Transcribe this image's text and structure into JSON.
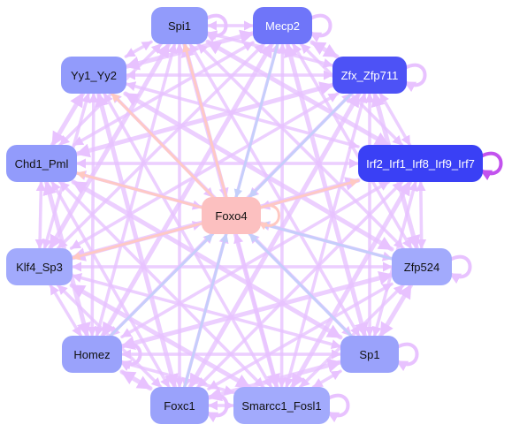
{
  "colors": {
    "edge_default": "#e8c2ff",
    "edge_blue": "#c4cffb",
    "edge_salmon": "#ffc9c2",
    "self_loop": "#c252ee"
  },
  "nodes": [
    {
      "id": "spi1",
      "label": "Spi1",
      "fill": "#929bfb",
      "text": "#111111"
    },
    {
      "id": "mecp2",
      "label": "Mecp2",
      "fill": "#6f75f9",
      "text": "#ffffff"
    },
    {
      "id": "yy1",
      "label": "Yy1_Yy2",
      "fill": "#929bfb",
      "text": "#111111"
    },
    {
      "id": "zfx",
      "label": "Zfx_Zfp711",
      "fill": "#4d52f6",
      "text": "#ffffff"
    },
    {
      "id": "chd1",
      "label": "Chd1_Pml",
      "fill": "#929bfb",
      "text": "#111111"
    },
    {
      "id": "irf",
      "label": "Irf2_Irf1_Irf8_Irf9_Irf7",
      "fill": "#3a40f5",
      "text": "#ffffff"
    },
    {
      "id": "foxo4",
      "label": "Foxo4",
      "fill": "#fcc0c0",
      "text": "#111111"
    },
    {
      "id": "klf4",
      "label": "Klf4_Sp3",
      "fill": "#a2aafc",
      "text": "#111111"
    },
    {
      "id": "zfp524",
      "label": "Zfp524",
      "fill": "#a2aafc",
      "text": "#111111"
    },
    {
      "id": "homez",
      "label": "Homez",
      "fill": "#9aa2fb",
      "text": "#111111"
    },
    {
      "id": "sp1",
      "label": "Sp1",
      "fill": "#9aa2fb",
      "text": "#111111"
    },
    {
      "id": "foxc1",
      "label": "Foxc1",
      "fill": "#9aa2fb",
      "text": "#111111"
    },
    {
      "id": "smarcc1",
      "label": "Smarcc1_Fosl1",
      "fill": "#a2aafc",
      "text": "#111111"
    }
  ]
}
